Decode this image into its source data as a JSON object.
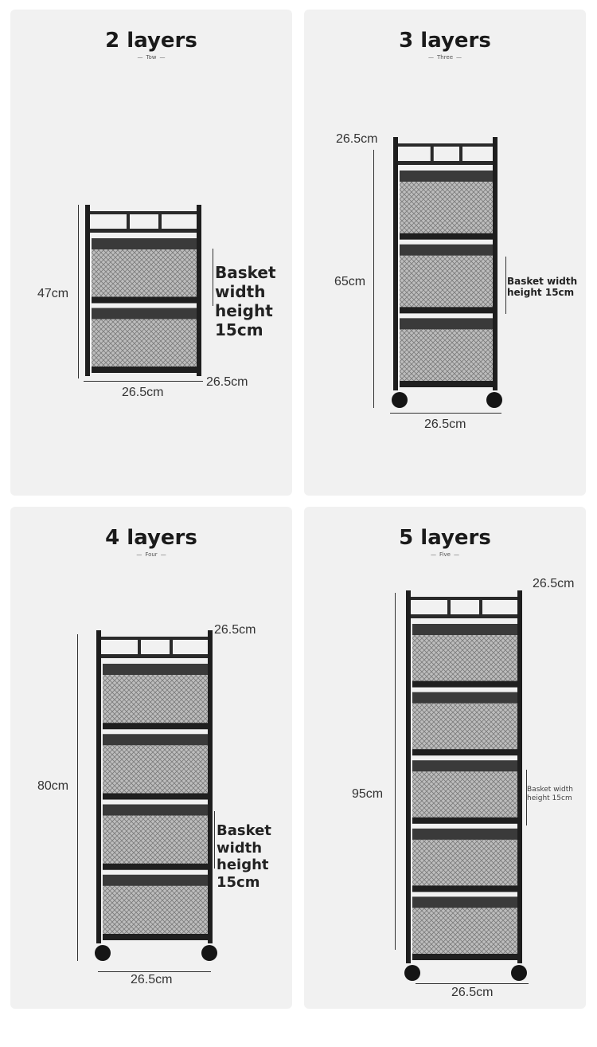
{
  "panels": [
    {
      "title": "2 layers",
      "subtitle": "Tow",
      "height": "47cm",
      "width": "26.5cm",
      "depth": "26.5cm",
      "note_line1": "Basket width",
      "note_line2": "height 15cm",
      "tiers": 2
    },
    {
      "title": "3 layers",
      "subtitle": "Three",
      "height": "65cm",
      "width": "26.5cm",
      "depth": "26.5cm",
      "note_line1": "Basket width",
      "note_line2": "height 15cm",
      "tiers": 3
    },
    {
      "title": "4 layers",
      "subtitle": "Four",
      "height": "80cm",
      "width": "26.5cm",
      "depth": "26.5cm",
      "note_line1": "Basket width height",
      "note_line2": "15cm",
      "tiers": 4
    },
    {
      "title": "5 layers",
      "subtitle": "Five",
      "height": "95cm",
      "width": "26.5cm",
      "depth": "26.5cm",
      "note_line1": "Basket width",
      "note_line2": "height 15cm",
      "tiers": 5
    }
  ]
}
